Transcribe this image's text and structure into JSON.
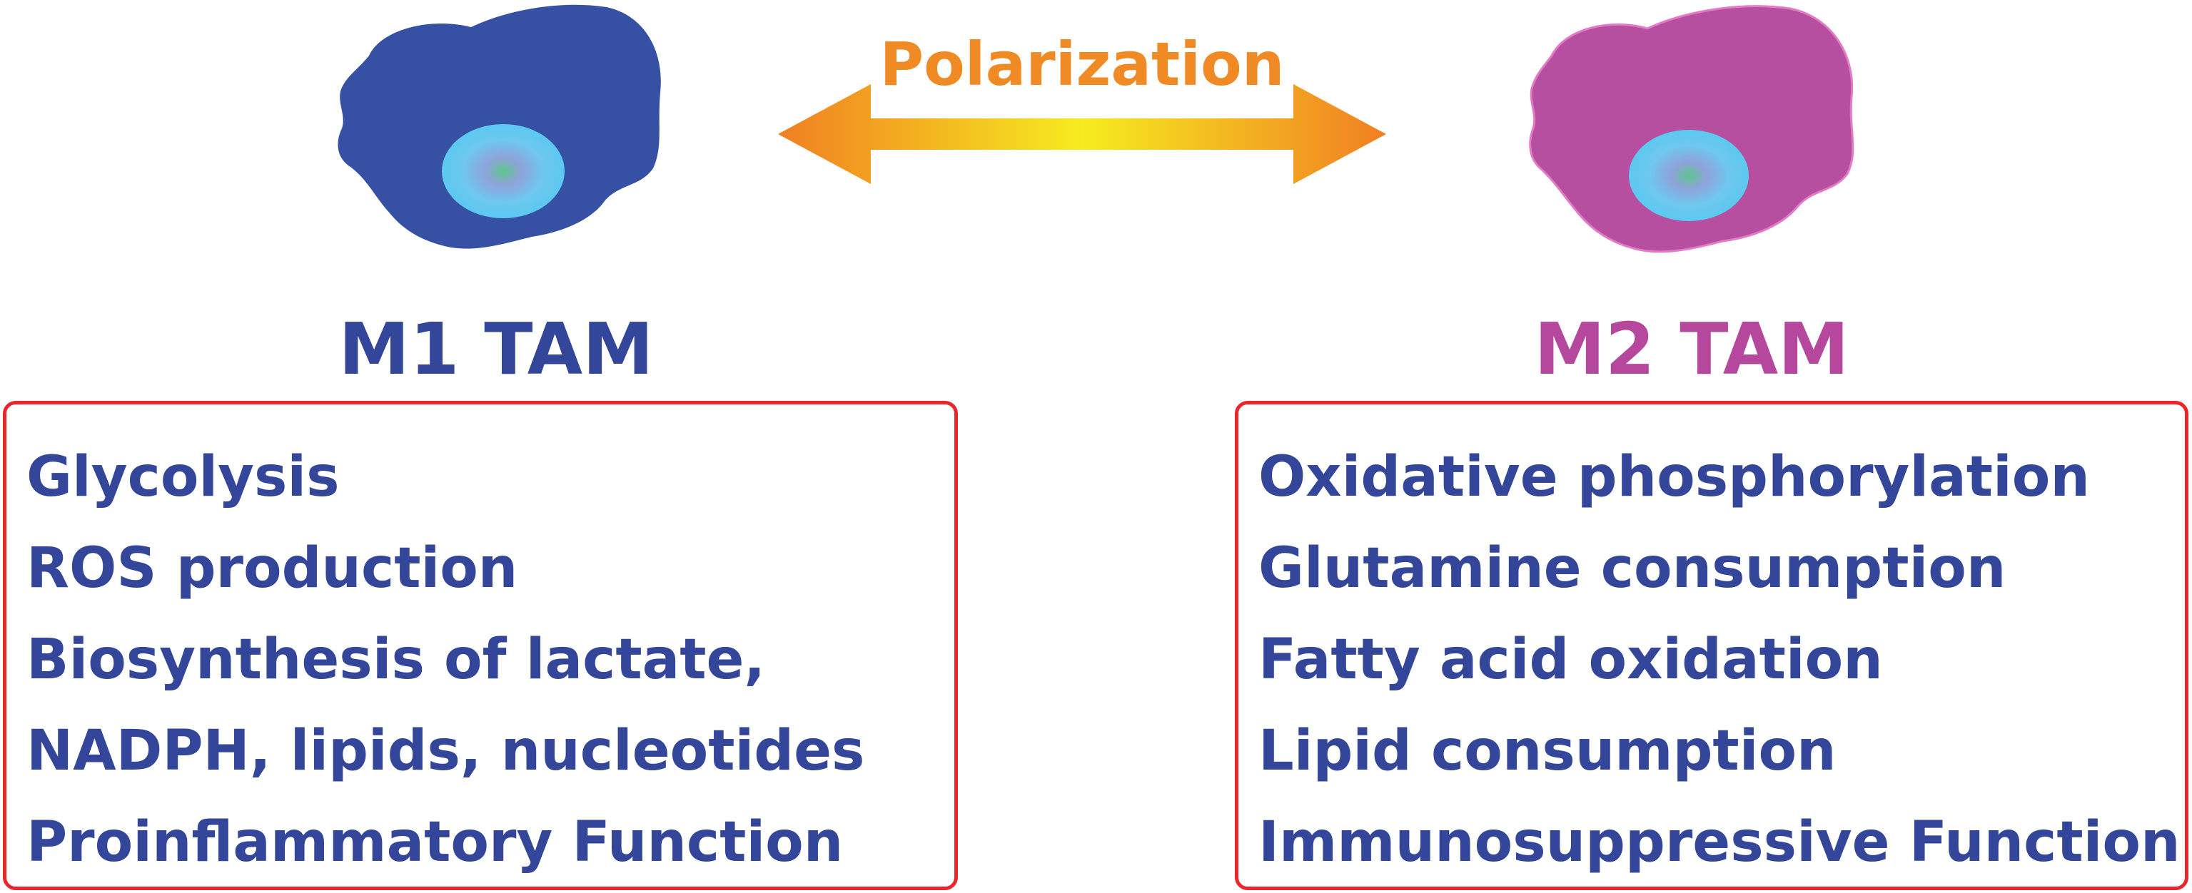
{
  "polarization": {
    "label": "Polarization"
  },
  "cells": {
    "m1": {
      "title": "M1 TAM",
      "body_color": "#3650a4",
      "title_color": "#33469a",
      "features": [
        "Glycolysis",
        "ROS production",
        "Biosynthesis of lactate,",
        "NADPH, lipids, nucleotides",
        "Proinflammatory Function"
      ]
    },
    "m2": {
      "title": "M2 TAM",
      "body_color": "#b64f9f",
      "title_color": "#b5489c",
      "features": [
        "Oxidative phosphorylation",
        "Glutamine consumption",
        "Fatty acid oxidation",
        "Lipid consumption",
        "Immunosuppressive Function"
      ]
    }
  },
  "colors": {
    "box_border": "#e8262c",
    "text": "#33469a",
    "arrow_end": "#f07f22",
    "arrow_mid": "#f6ec1f"
  }
}
